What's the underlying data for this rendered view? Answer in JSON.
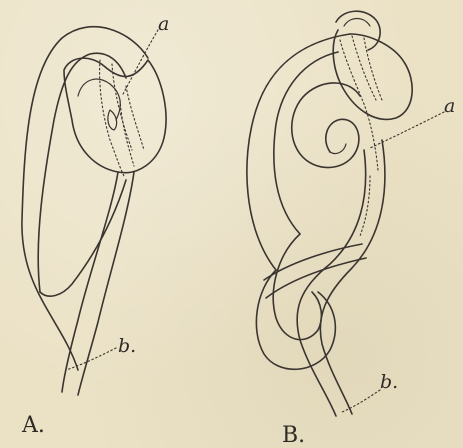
{
  "figure_a": {
    "caption": "A.",
    "label_a": "a",
    "label_b": "b."
  },
  "figure_b": {
    "caption": "B.",
    "label_a": "a",
    "label_b": "b."
  }
}
